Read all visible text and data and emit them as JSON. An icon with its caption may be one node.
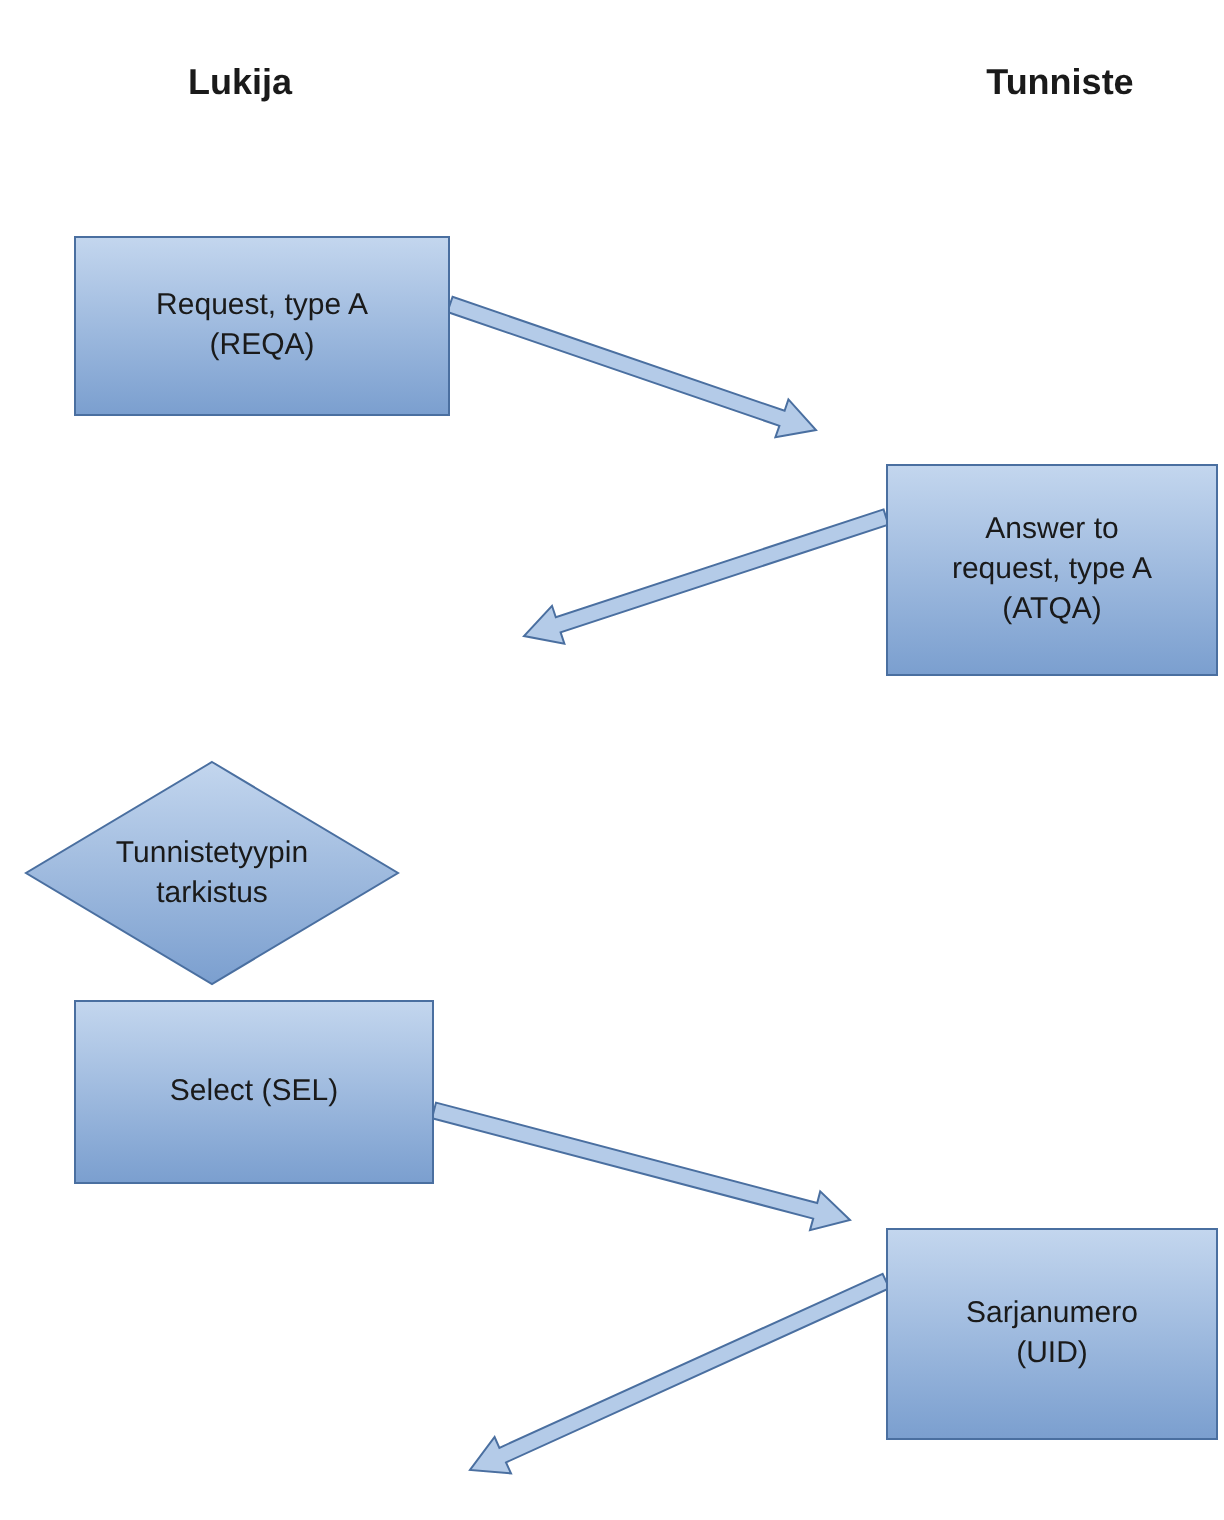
{
  "diagram": {
    "nodes": [
      {
        "text": [
          "Request, type A (REQA)"
        ]
      },
      {
        "text": [
          "Answer to request, type A (ATQA)"
        ]
      },
      {
        "text": [
          "Tunnistetyypin tarkistus"
        ]
      },
      {
        "text": [
          "Select (SEL)"
        ]
      },
      {
        "text": [
          "Sarjanumero (UID)"
        ]
      }
    ],
    "edges": [
      {
        "from": 0,
        "to": null,
        "arrow": "to"
      },
      {
        "from": 1,
        "to": null,
        "arrow": "to"
      },
      {
        "from": 3,
        "to": null,
        "arrow": "to"
      },
      {
        "from": 4,
        "to": null,
        "arrow": "to"
      }
    ],
    "labels": [
      "Lukija",
      "Tunniste"
    ]
  }
}
